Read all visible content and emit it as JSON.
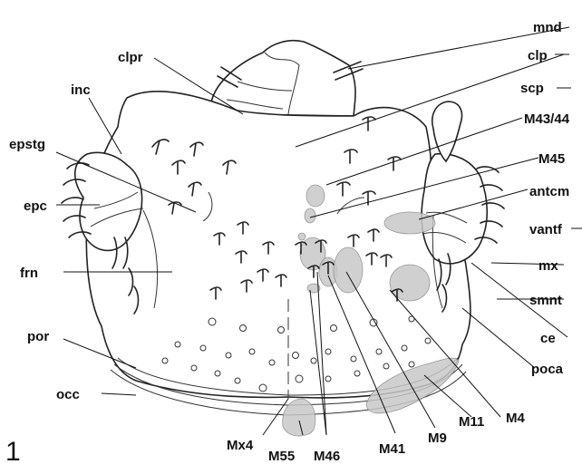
{
  "figure_number": "1",
  "labels": {
    "mnd": "mnd",
    "clp": "clp",
    "scp": "scp",
    "m43_44": "M43/44",
    "m45": "M45",
    "antcm": "antcm",
    "vantf": "vantf",
    "mx": "mx",
    "smnt": "smnt",
    "ce": "ce",
    "poca": "poca",
    "m4": "M4",
    "m11": "M11",
    "m9": "M9",
    "m41": "M41",
    "m46": "M46",
    "m55": "M55",
    "mx4": "Mx4",
    "occ": "occ",
    "por": "por",
    "frn": "frn",
    "epc": "epc",
    "epstg": "epstg",
    "inc": "inc",
    "clpr": "clpr"
  }
}
